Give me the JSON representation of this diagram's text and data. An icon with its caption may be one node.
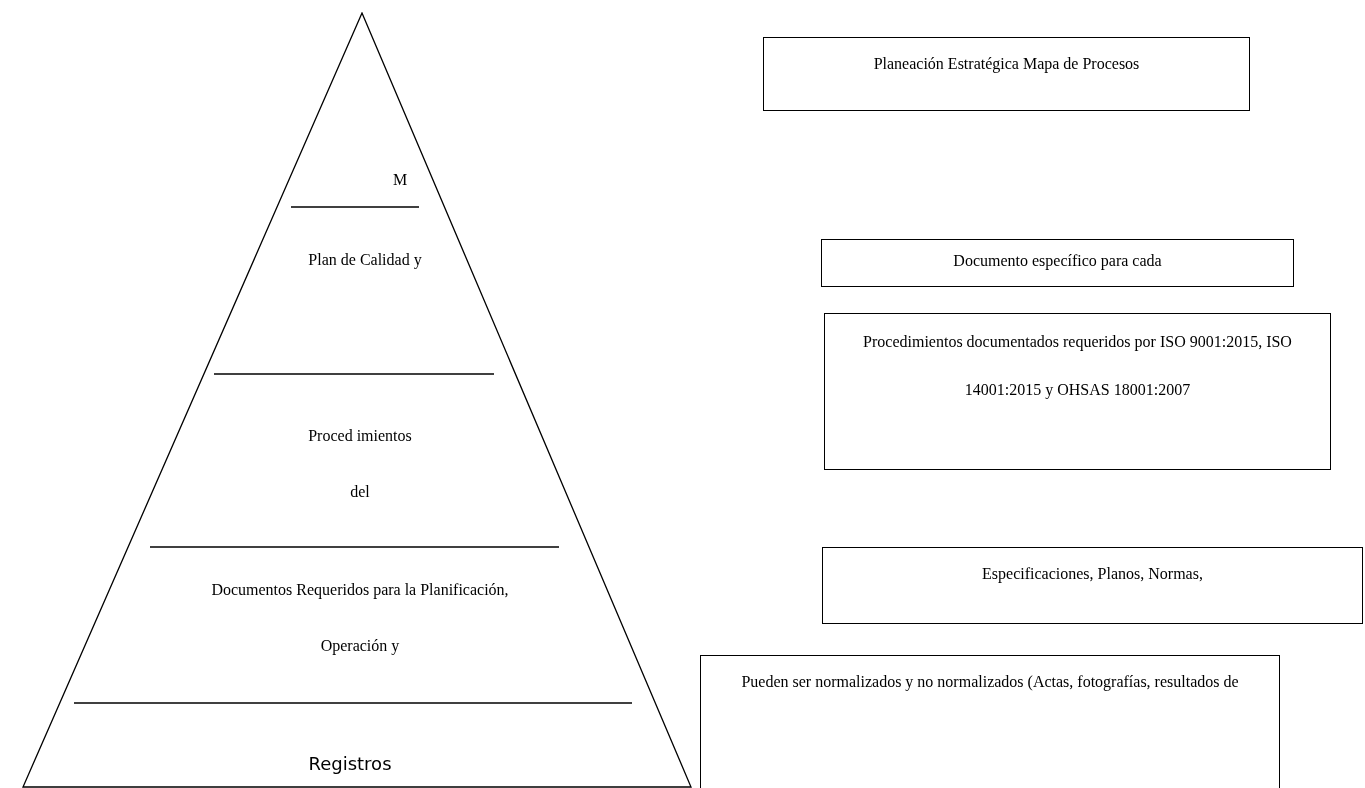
{
  "diagram": {
    "nodes": [
      {
        "text": [],
        "shape": "triangle"
      },
      {
        "text": [
          "M"
        ],
        "in": 0
      },
      {
        "text": [
          "Plan de Calidad y"
        ],
        "in": 0
      },
      {
        "text": [
          "Proced imientos del"
        ],
        "in": 0
      },
      {
        "text": [
          "Documentos Requeridos para la Planificación, Operación y"
        ],
        "in": 0
      },
      {
        "text": [
          "Registros"
        ],
        "in": 0
      },
      {
        "text": [
          "Planeación Estratégica Mapa de Procesos"
        ]
      },
      {
        "text": [
          "Documento específico para cada"
        ]
      },
      {
        "text": [
          "Procedimientos documentados requeridos por ISO 9001:2015, ISO 14001:2015 y OHSAS 18001:2007"
        ]
      },
      {
        "text": [
          "Especificaciones, Planos, Normas,"
        ]
      },
      {
        "text": [
          "Pueden ser normalizados y no normalizados (Actas, fotografías, resultados de"
        ]
      }
    ],
    "edges": []
  }
}
